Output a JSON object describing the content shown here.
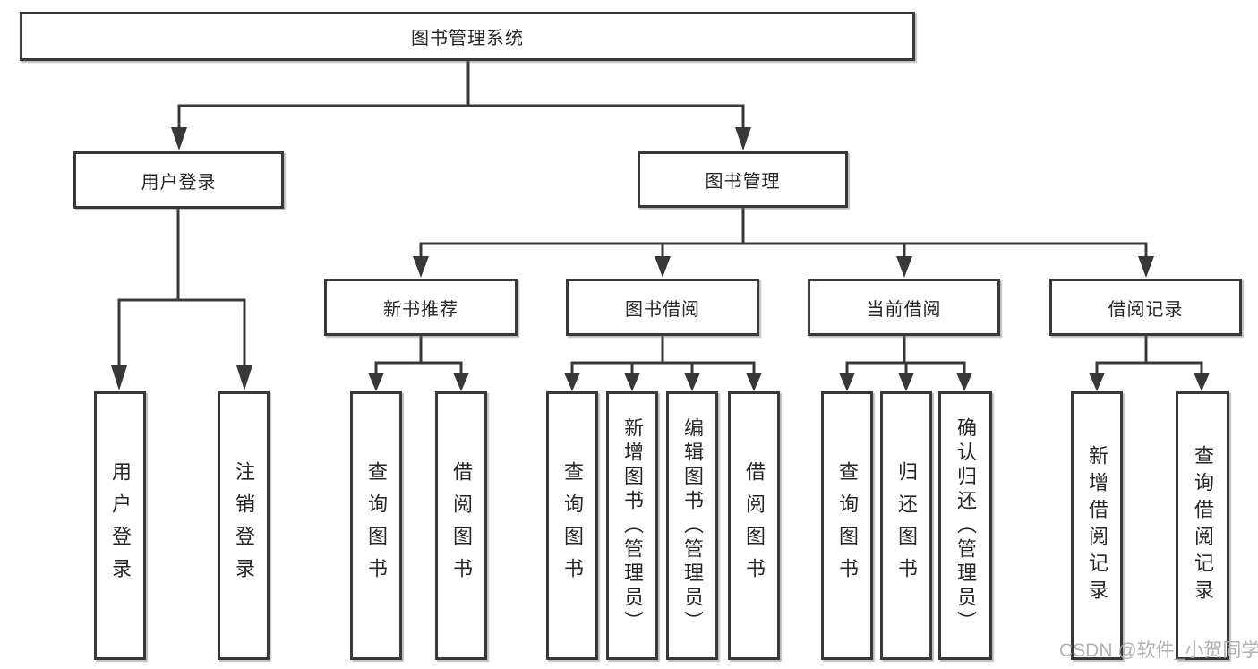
{
  "root": {
    "label": "图书管理系统"
  },
  "user_login": {
    "label": "用户登录",
    "children": [
      "用户登录",
      "注销登录"
    ]
  },
  "book_mgmt": {
    "label": "图书管理",
    "groups": [
      {
        "label": "新书推荐",
        "children": [
          "查询图书",
          "借阅图书"
        ]
      },
      {
        "label": "图书借阅",
        "children": [
          "查询图书",
          "新增图书（管理员）",
          "编辑图书（管理员）",
          "借阅图书"
        ]
      },
      {
        "label": "当前借阅",
        "children": [
          "查询图书",
          "归还图书",
          "确认归还（管理员）"
        ]
      },
      {
        "label": "借阅记录",
        "children": [
          "新增借阅记录",
          "查询借阅记录"
        ]
      }
    ]
  },
  "watermark": "CSDN @软件_小贺同学",
  "colors": {
    "line": "#383838",
    "text": "#262626",
    "box_background": "#ffffff",
    "watermark": "#a8a8a8",
    "background": "#ffffff"
  }
}
